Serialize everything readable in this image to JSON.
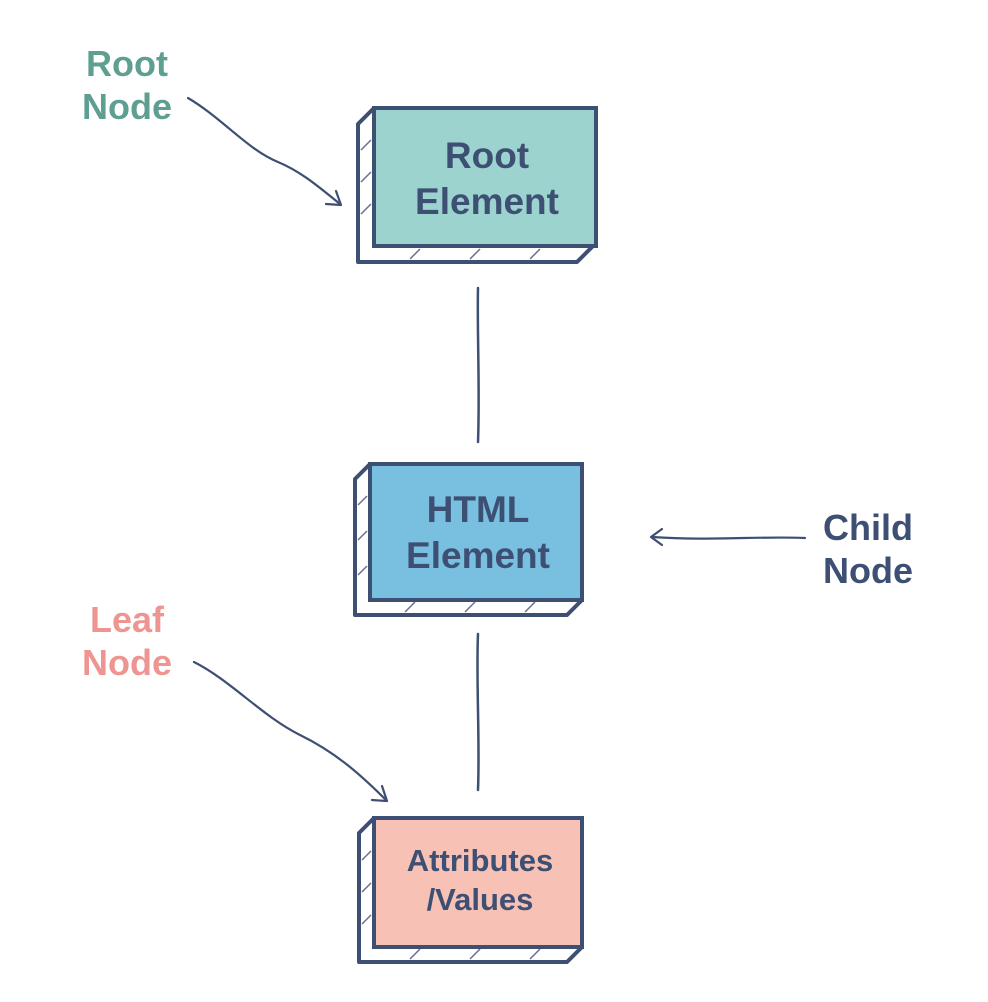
{
  "diagram": {
    "nodes": {
      "root": {
        "text": "Root\nElement",
        "color": "#9dd3cf"
      },
      "html": {
        "text": "HTML\nElement",
        "color": "#79bfe0"
      },
      "attr": {
        "text": "Attributes\n/Values",
        "color": "#f8c1b5"
      }
    },
    "annotations": {
      "root_node": {
        "text": "Root\nNode",
        "color": "#5f9f92"
      },
      "leaf_node": {
        "text": "Leaf\nNode",
        "color": "#ee9592"
      },
      "child_node": {
        "text": "Child\nNode",
        "color": "#3d4f72"
      }
    },
    "stroke_color": "#3d4f72"
  }
}
